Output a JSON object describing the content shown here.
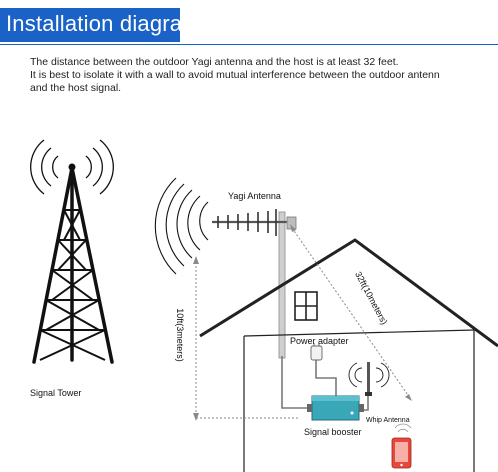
{
  "header": {
    "title": "Installation diagram",
    "accent_color": "#1a62c6"
  },
  "intro": {
    "line1": "The distance between the outdoor Yagi antenna and the host is at least 32 feet.",
    "line2": "It is best to isolate it with a wall to avoid mutual interference between the outdoor antenn",
    "line3": "and the host signal."
  },
  "labels": {
    "signal_tower": "Signal Tower",
    "yagi_antenna": "Yagi Antenna",
    "distance_diagonal": "32ft(10meters)",
    "distance_vertical": "10ft(3meters)",
    "power_adapter": "Power adapter",
    "whip_antenna": "Whip Antenna",
    "signal_booster": "Signal booster"
  },
  "icons": [
    "signal-tower-icon",
    "broadcast-waves-icon",
    "yagi-antenna-icon",
    "house-icon",
    "window-icon",
    "power-adapter-icon",
    "signal-booster-icon",
    "whip-antenna-icon",
    "smartphone-icon"
  ],
  "colors": {
    "booster_body": "#3aa7b8",
    "phone_body": "#e8473a",
    "cable": "#7a7a7a",
    "dashed_line": "#8a8a8a"
  }
}
